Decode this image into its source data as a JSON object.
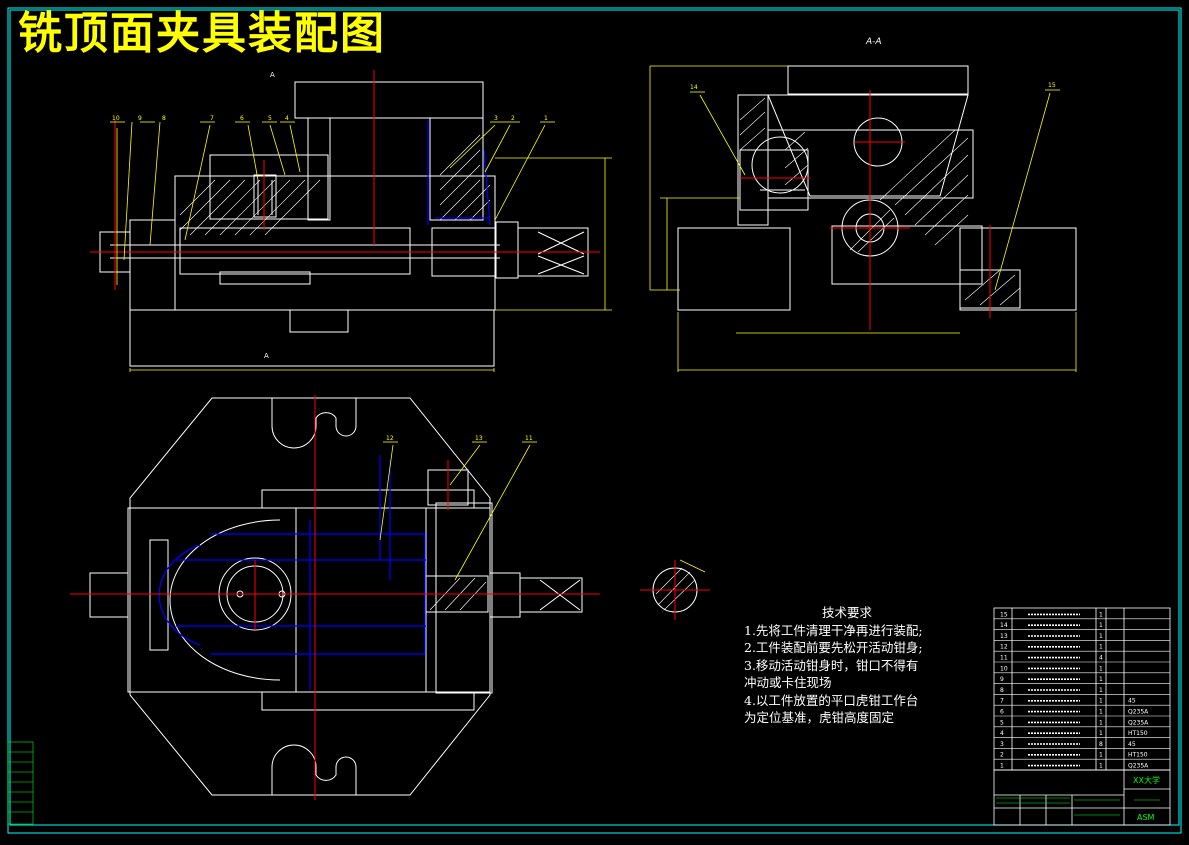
{
  "drawing": {
    "title": "铣顶面夹具装配图",
    "section_label": "A-A",
    "view_mark_top": "A",
    "view_mark_bottom": "A",
    "balloons": {
      "b1": "1",
      "b2": "2",
      "b3": "3",
      "b4": "4",
      "b5": "5",
      "b6": "6",
      "b7": "7",
      "b8": "8",
      "b9": "9",
      "b10": "10",
      "b11": "11",
      "b12": "12",
      "b13": "13",
      "b14": "14",
      "b15": "15"
    },
    "colors": {
      "background": "#000000",
      "border": "#00ffff",
      "outline": "#ffffff",
      "centerline": "#ff0000",
      "leader": "#ffff00",
      "hidden": "#0000ff",
      "hatch": "#ffffff",
      "table_green": "#00ff00"
    }
  },
  "tech_requirements": {
    "heading": "技术要求",
    "items": [
      "1.先将工件清理干净再进行装配;",
      "2.工件装配前要先松开活动钳身;",
      "3.移动活动钳身时，钳口不得有",
      "冲动或卡住现场",
      "4.以工件放置的平口虎钳工作台",
      "为定位基准，虎钳高度固定"
    ]
  },
  "parts_list": [
    {
      "no": "15",
      "name": "",
      "qty": "1",
      "material": ""
    },
    {
      "no": "14",
      "name": "",
      "qty": "1",
      "material": ""
    },
    {
      "no": "13",
      "name": "",
      "qty": "1",
      "material": ""
    },
    {
      "no": "12",
      "name": "",
      "qty": "1",
      "material": ""
    },
    {
      "no": "11",
      "name": "",
      "qty": "4",
      "material": ""
    },
    {
      "no": "10",
      "name": "",
      "qty": "1",
      "material": ""
    },
    {
      "no": "9",
      "name": "",
      "qty": "1",
      "material": ""
    },
    {
      "no": "8",
      "name": "",
      "qty": "1",
      "material": ""
    },
    {
      "no": "7",
      "name": "",
      "qty": "1",
      "material": "45"
    },
    {
      "no": "6",
      "name": "",
      "qty": "1",
      "material": "Q235A"
    },
    {
      "no": "5",
      "name": "",
      "qty": "1",
      "material": "Q235A"
    },
    {
      "no": "4",
      "name": "",
      "qty": "1",
      "material": "HT150"
    },
    {
      "no": "3",
      "name": "",
      "qty": "8",
      "material": "45"
    },
    {
      "no": "2",
      "name": "",
      "qty": "1",
      "material": "HT150"
    },
    {
      "no": "1",
      "name": "",
      "qty": "1",
      "material": "Q235A"
    }
  ],
  "title_block": {
    "school": "XX大学",
    "drawing_code": "ASM"
  }
}
